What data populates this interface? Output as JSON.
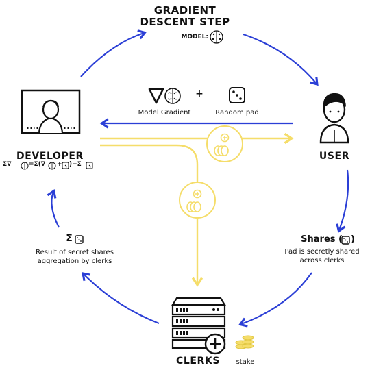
{
  "title_line1": "GRADIENT",
  "title_line2": "DESCENT STEP",
  "model_label": "MODEL:",
  "developer": {
    "label": "DEVELOPER",
    "formula_parts": [
      "Σ∇",
      "=Σ(∇",
      "+",
      ")−Σ"
    ]
  },
  "user": {
    "label": "USER"
  },
  "clerks": {
    "label": "CLERKS",
    "stake_label": "stake"
  },
  "top_legend": {
    "plus": "+",
    "model_gradient": "Model Gradient",
    "random_pad": "Random pad"
  },
  "shares": {
    "title_prefix": "Shares (",
    "title_suffix": ")",
    "caption_line1": "Pad is secretly shared",
    "caption_line2": "across clerks"
  },
  "result": {
    "sigma": "Σ",
    "caption_line1": "Result of secret shares",
    "caption_line2": "aggregation by clerks"
  },
  "colors": {
    "blue": "#2b3fd6",
    "yellow": "#f5dd6a",
    "ink": "#111111"
  }
}
